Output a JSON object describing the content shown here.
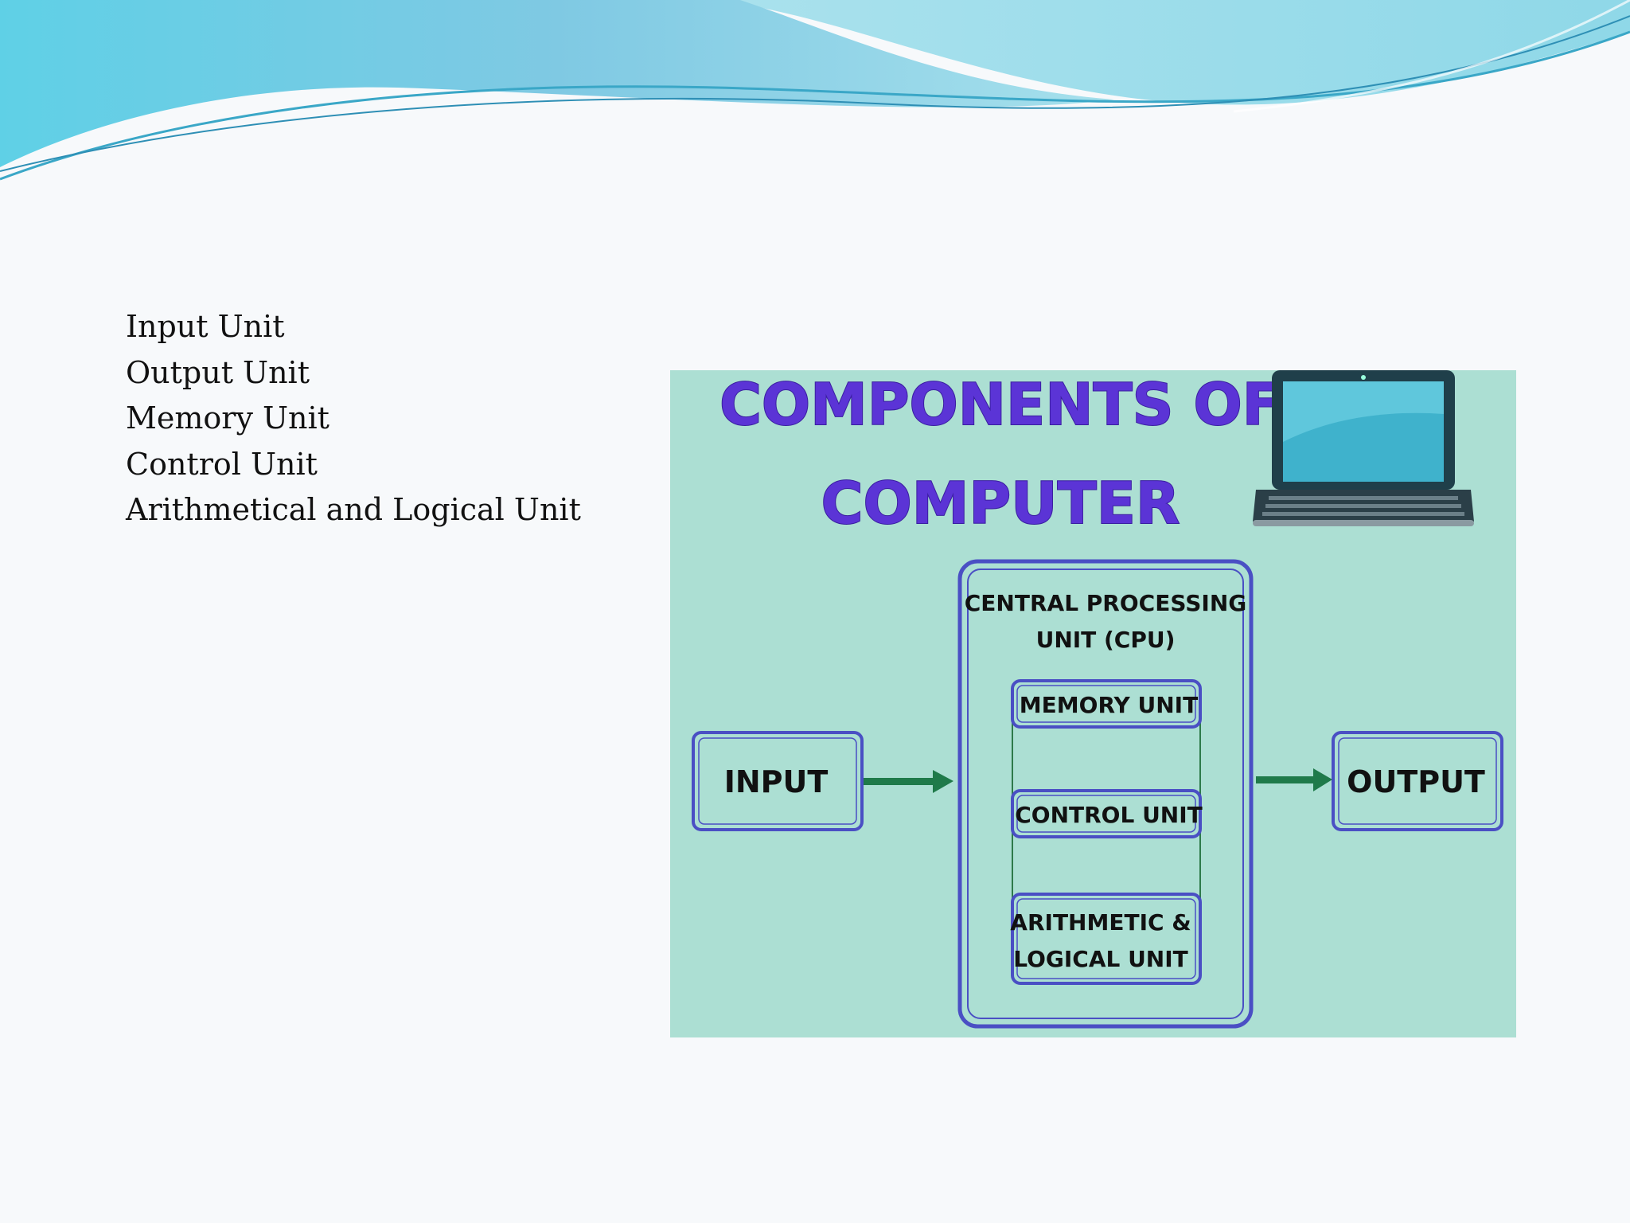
{
  "bullets": [
    "Input Unit",
    "Output Unit",
    "Memory Unit",
    "Control Unit",
    "Arithmetical and Logical Unit"
  ],
  "figure": {
    "title_line1": "COMPONENTS OF",
    "title_line2": "COMPUTER",
    "cpu_line1": "CENTRAL PROCESSING",
    "cpu_line2": "UNIT (CPU)",
    "memory_unit": "MEMORY UNIT",
    "control_unit": "CONTROL UNIT",
    "alu_line1": "ARITHMETIC &",
    "alu_line2": "LOGICAL UNIT",
    "input": "INPUT",
    "output": "OUTPUT",
    "icons": [
      "laptop-icon",
      "arrow-right-icon"
    ],
    "colors": {
      "background": "#acdfd3",
      "title": "#5b34d6",
      "box_border": "#4a4fc4",
      "arrow": "#1f7a4a"
    }
  },
  "theme": {
    "wave_colors": [
      "#5fc7e0",
      "#9fdce9",
      "#3aa7c7"
    ]
  }
}
